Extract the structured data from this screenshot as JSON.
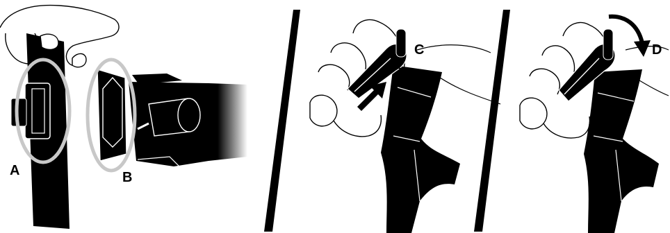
{
  "labels": {
    "a": "A",
    "b": "B",
    "c": "C",
    "d": "D"
  },
  "colors": {
    "ink": "#000000",
    "paper": "#ffffff",
    "highlight_ring": "#c8c8c8"
  }
}
